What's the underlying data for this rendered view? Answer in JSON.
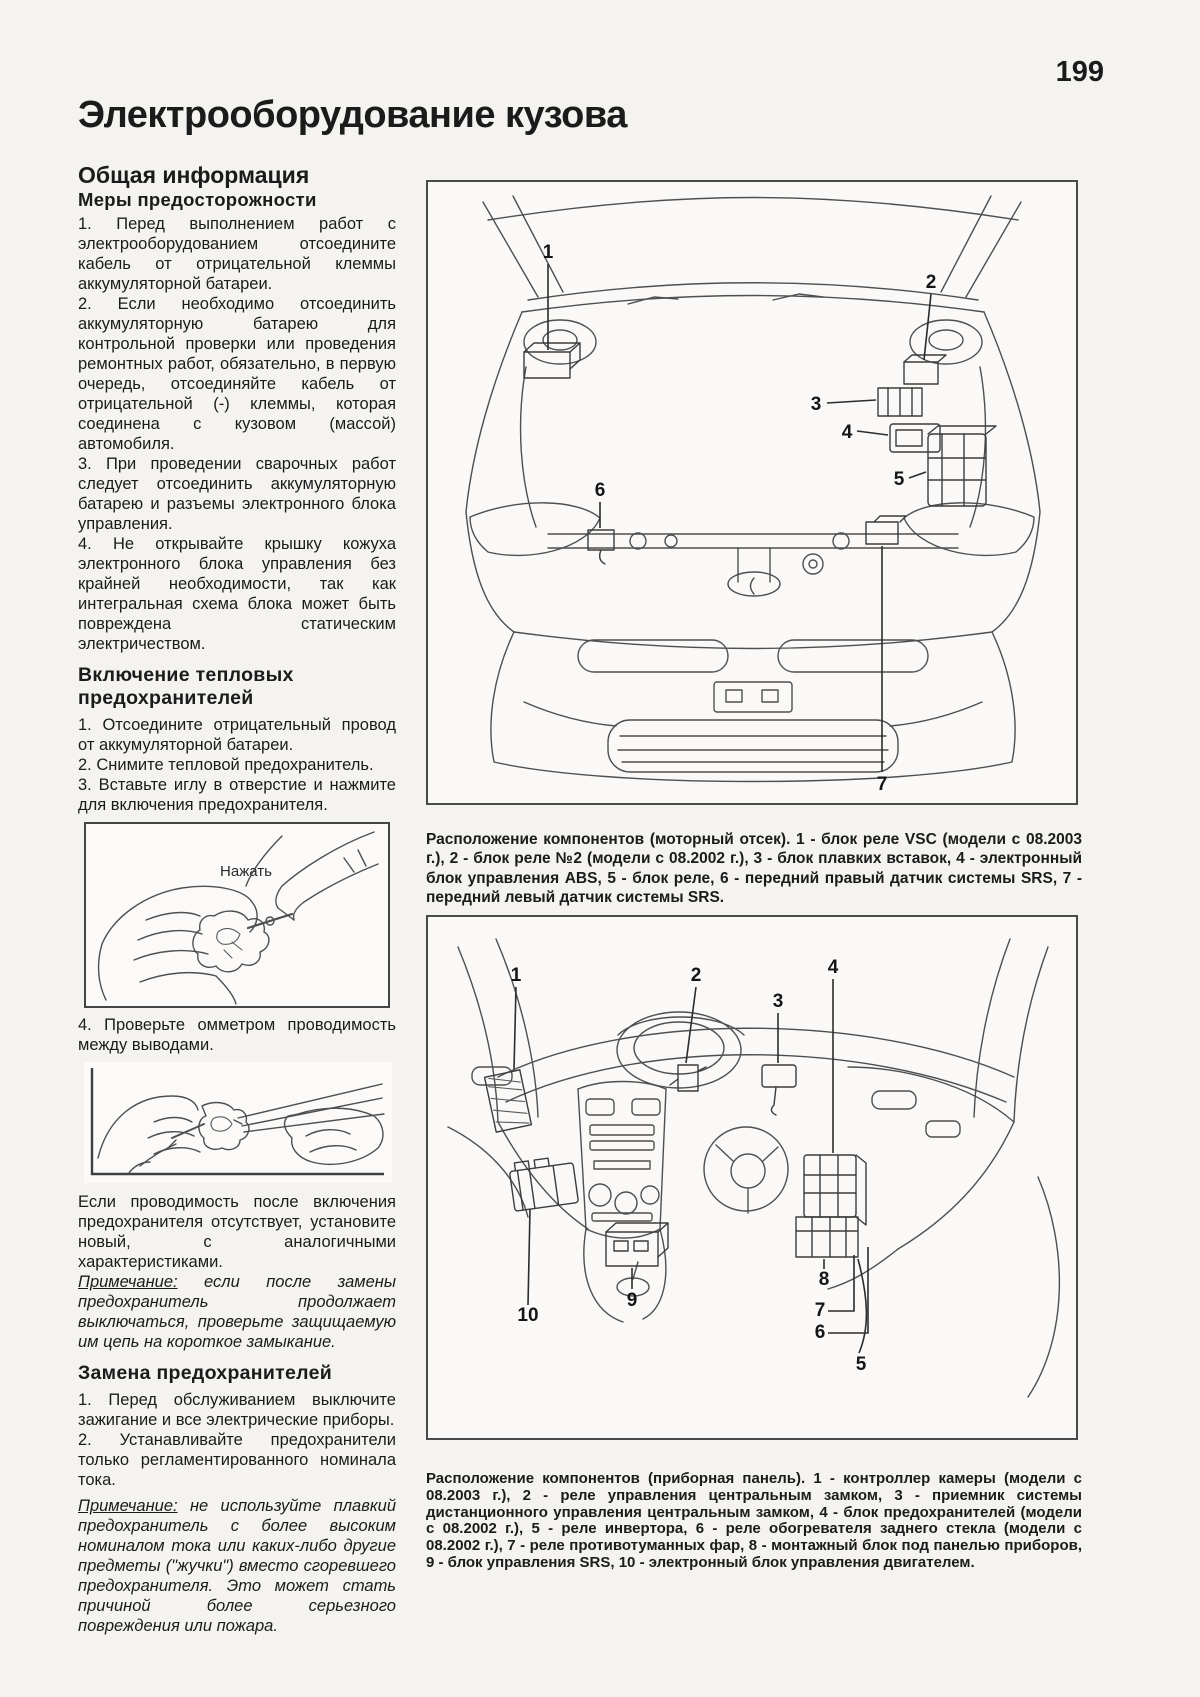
{
  "page": {
    "number": "199",
    "title": "Электрооборудование кузова"
  },
  "general": {
    "heading": "Общая информация",
    "subheading": "Меры предосторожности",
    "paragraphs": [
      "1. Перед выполнением работ с электрооборудованием отсоедините кабель от отрицательной клеммы аккумуляторной батареи.",
      "2. Если необходимо отсоединить аккумуляторную батарею для контрольной проверки или проведения ремонтных работ, обязательно, в первую очередь, отсоединяйте кабель от отрицательной (-) клеммы, которая соединена с кузовом (массой) автомобиля.",
      "3. При проведении сварочных работ следует отсоединить аккумуляторную батарею и разъемы электронного блока управления.",
      "4. Не открывайте крышку кожуха электронного блока управления без крайней необходимости, так как интегральная схема блока может быть повреждена статическим электричеством."
    ]
  },
  "thermal": {
    "heading": "Включение тепловых предохранителей",
    "steps": [
      "1. Отсоедините отрицательный провод от аккумуляторной батареи.",
      "2. Снимите тепловой предохранитель.",
      "3. Вставьте иглу в отверстие и нажмите для включения предохранителя."
    ],
    "figure_label": "Нажать",
    "step4": "4. Проверьте омметром проводимость между выводами.",
    "after_text": "Если проводимость после включения предохранителя отсутствует, установите новый, с аналогичными характеристиками.",
    "note_label": "Примечание:",
    "note_text": " если после замены предохранитель продолжает выключаться, проверьте защищаемую им цепь на короткое замыкание."
  },
  "replace": {
    "heading": "Замена предохранителей",
    "paragraphs": [
      "1. Перед обслуживанием выключите зажигание и все электрические приборы.",
      "2. Устанавливайте предохранители только регламентированного номинала тока."
    ],
    "note_label": "Примечание:",
    "note_text": " не используйте плавкий предохранитель с более высоким номиналом тока или каких-либо другие предметы (\"жучки\") вместо сгоревшего предохранителя. Это может стать причиной более серьезного повреждения или пожара."
  },
  "figures": {
    "engine": {
      "callouts": [
        "1",
        "2",
        "3",
        "4",
        "5",
        "6",
        "7"
      ],
      "caption": "Расположение компонентов (моторный отсек). 1 - блок реле VSC (модели с 08.2003 г.), 2 - блок реле №2 (модели с 08.2002 г.), 3 - блок плавких вставок, 4 - электронный блок управления ABS, 5 - блок реле, 6 - передний правый датчик системы SRS, 7 - передний левый датчик системы SRS."
    },
    "dash": {
      "callouts": [
        "1",
        "2",
        "3",
        "4",
        "5",
        "6",
        "7",
        "8",
        "9",
        "10"
      ],
      "caption": "Расположение компонентов (приборная панель). 1 - контроллер камеры (модели с 08.2003 г.), 2 - реле управления центральным замком, 3 - приемник системы дистанционного управления центральным замком, 4 - блок предохранителей (модели с 08.2002 г.), 5 - реле инвертора, 6 - реле обогревателя заднего стекла (модели с 08.2002 г.), 7 - реле противотуманных фар, 8 - монтажный блок под панелью приборов, 9 - блок управления SRS, 10 - электронный блок управления двигателем."
    }
  }
}
